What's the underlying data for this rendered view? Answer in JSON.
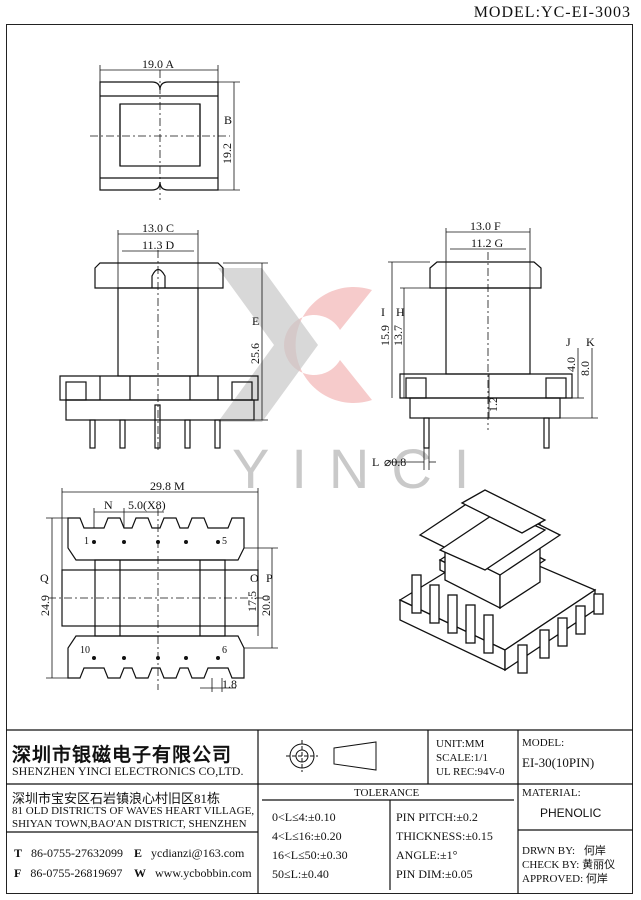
{
  "model_header": "MODEL:YC-EI-3003",
  "dims": {
    "A": "19.0 A",
    "B": "B",
    "B_val": "19.2",
    "C": "13.0 C",
    "D": "11.3 D",
    "E": "E",
    "E_val": "25.6",
    "F": "13.0 F",
    "G": "11.2 G",
    "H": "H",
    "H_val": "13.7",
    "I": "I",
    "I_val": "15.9",
    "J": "J",
    "J_val": "4.0",
    "K": "K",
    "K_val": "8.0",
    "L": "L",
    "L_val": "⌀0.8",
    "pin_gap": "1.2",
    "M": "29.8 M",
    "N": "N",
    "N_val": "5.0(X8)",
    "O": "O",
    "O_val": "17.5",
    "P": "P",
    "P_val": "20.0",
    "Q": "Q",
    "Q_val": "24.9",
    "pin_w": "1.8",
    "pin1": "1",
    "pin5": "5",
    "pin10": "10",
    "pin6": "6"
  },
  "watermark": "YINCI",
  "company": {
    "name_cn": "深圳市银磁电子有限公司",
    "name_en": "SHENZHEN YINCI ELECTRONICS CO,LTD.",
    "addr_cn": "深圳市宝安区石岩镇浪心村旧区81栋",
    "addr_en1": "81 OLD DISTRICTS OF WAVES HEART VILLAGE,",
    "addr_en2": "SHIYAN TOWN,BAO'AN DISTRICT, SHENZHEN",
    "tel_label": "T",
    "tel": "86-0755-27632099",
    "email_label": "E",
    "email": "ycdianzi@163.com",
    "fax_label": "F",
    "fax": "86-0755-26819697",
    "web_label": "W",
    "web": "www.ycbobbin.com"
  },
  "spec": {
    "unit": "UNIT:MM",
    "scale": "SCALE:1/1",
    "ul": "UL REC:94V-0",
    "tolerance_title": "TOLERANCE",
    "tol": [
      "0<L≤4:±0.10",
      "4<L≤16:±0.20",
      "16<L≤50:±0.30",
      "50≤L:±0.40"
    ],
    "tol2": [
      "PIN PITCH:±0.2",
      "THICKNESS:±0.15",
      "ANGLE:±1°",
      "PIN DIM:±0.05"
    ]
  },
  "right_block": {
    "model_label": "MODEL:",
    "model_value": "EI-30(10PIN)",
    "material_label": "MATERIAL:",
    "material_value": "PHENOLIC",
    "drwn_label": "DRWN BY:",
    "drwn": "何岸",
    "check_label": "CHECK BY:",
    "check": "黄丽仪",
    "approved_label": "APPROVED:",
    "approved": "何岸"
  }
}
